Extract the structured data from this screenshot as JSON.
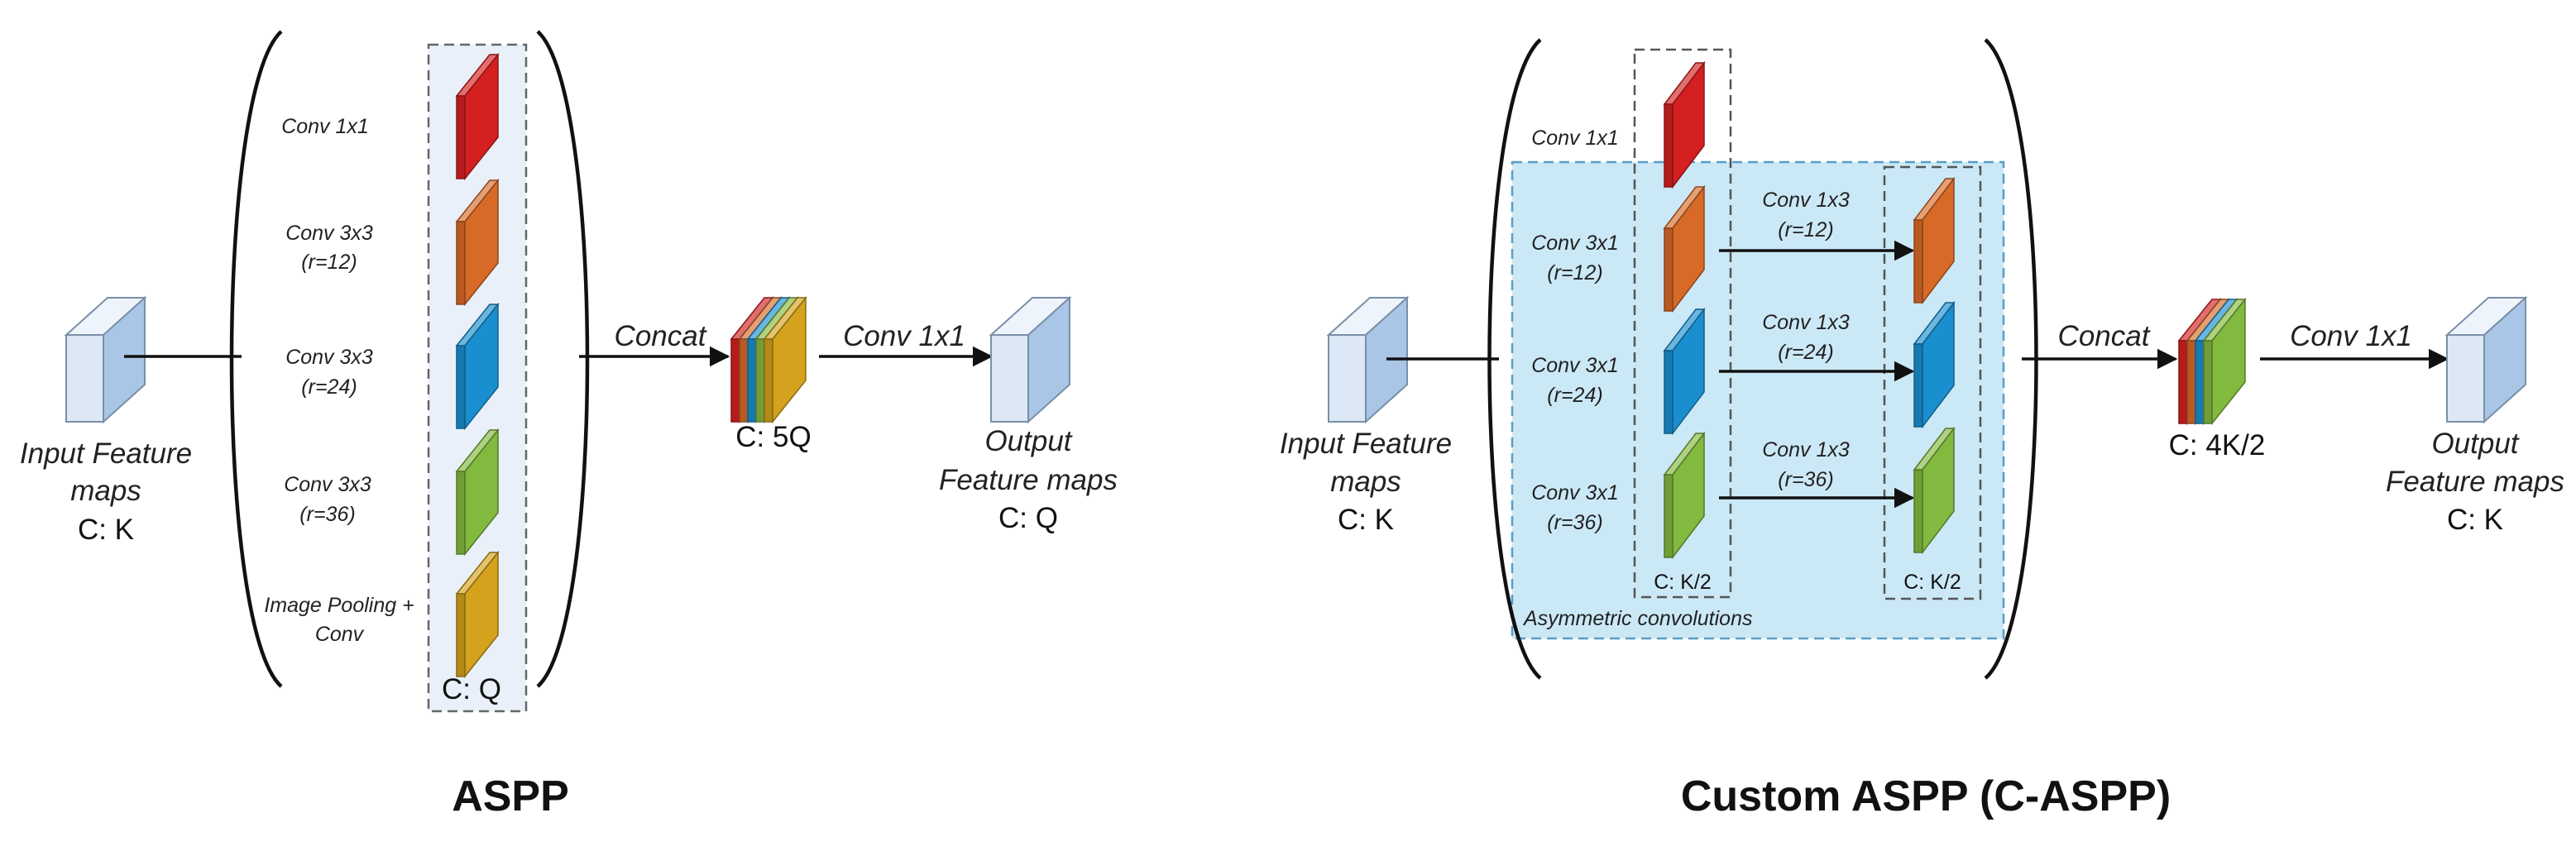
{
  "colors": {
    "input_cube": "#dce8f5",
    "input_cube_side": "#a9c6e6",
    "red": "#d42020",
    "orange": "#d86a28",
    "blue": "#1a8fd0",
    "green": "#82b93f",
    "yellow": "#d4a21c",
    "aspp_panel": "#e9f0f9",
    "caspp_panel": "#cbe8f6",
    "panel_border": "#666666"
  },
  "aspp": {
    "title": "ASPP",
    "input_label_line1": "Input Feature",
    "input_label_line2": "maps",
    "input_channels": "C: K",
    "branches": [
      {
        "label_line1": "Conv 1x1",
        "label_line2": "",
        "color": "red"
      },
      {
        "label_line1": "Conv 3x3",
        "label_line2": "(r=12)",
        "color": "orange"
      },
      {
        "label_line1": "Conv 3x3",
        "label_line2": "(r=24)",
        "color": "blue"
      },
      {
        "label_line1": "Conv 3x3",
        "label_line2": "(r=36)",
        "color": "green"
      },
      {
        "label_line1": "Image Pooling +",
        "label_line2": "Conv",
        "color": "yellow"
      }
    ],
    "branch_channels": "C: Q",
    "concat_label": "Concat",
    "concat_channels": "C: 5Q",
    "conv_label": "Conv 1x1",
    "output_label_line1": "Output",
    "output_label_line2": "Feature maps",
    "output_channels": "C: Q"
  },
  "caspp": {
    "title": "Custom ASPP (C-ASPP)",
    "input_label_line1": "Input Feature",
    "input_label_line2": "maps",
    "input_channels": "C: K",
    "branches": [
      {
        "label_line1": "Conv 1x1",
        "label_line2": "",
        "color": "red"
      },
      {
        "label_line1": "Conv 3x1",
        "label_line2": "(r=12)",
        "color": "orange"
      },
      {
        "label_line1": "Conv 3x1",
        "label_line2": "(r=24)",
        "color": "blue"
      },
      {
        "label_line1": "Conv 3x1",
        "label_line2": "(r=36)",
        "color": "green"
      }
    ],
    "second_stage": [
      {
        "label_line1": "Conv 1x3",
        "label_line2": "(r=12)",
        "color": "orange"
      },
      {
        "label_line1": "Conv 1x3",
        "label_line2": "(r=24)",
        "color": "blue"
      },
      {
        "label_line1": "Conv 1x3",
        "label_line2": "(r=36)",
        "color": "green"
      }
    ],
    "first_channels": "C: K/2",
    "second_channels": "C: K/2",
    "asym_label": "Asymmetric convolutions",
    "concat_label": "Concat",
    "concat_channels": "C: 4K/2",
    "conv_label": "Conv 1x1",
    "output_label_line1": "Output",
    "output_label_line2": "Feature maps",
    "output_channels": "C: K"
  }
}
